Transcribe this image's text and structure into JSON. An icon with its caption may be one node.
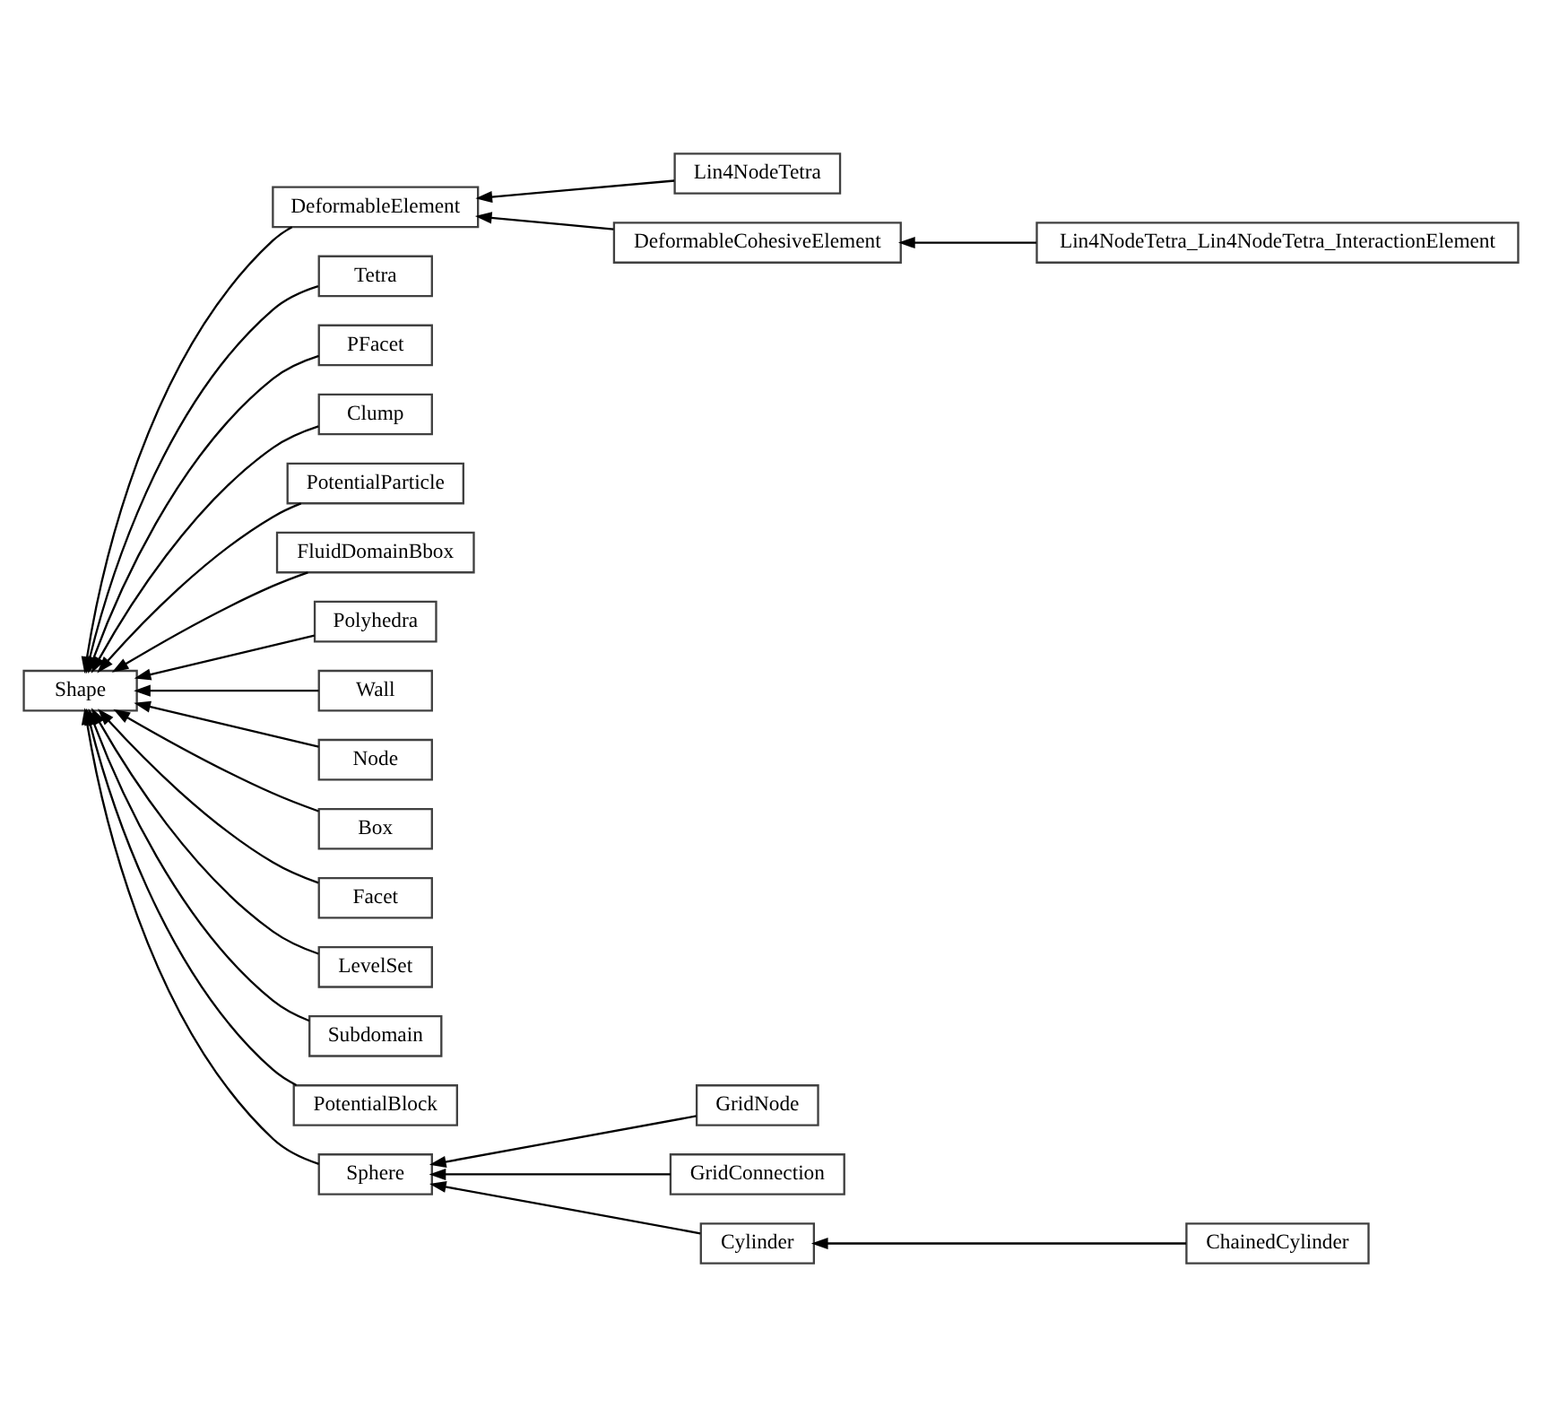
{
  "diagram": {
    "nodes": [
      {
        "text": [
          "Cylinder"
        ]
      },
      {
        "text": [
          "ChainedCylinder"
        ]
      },
      {
        "text": [
          "Sphere"
        ]
      },
      {
        "text": [
          "GridNode"
        ]
      },
      {
        "text": [
          "GridConnection"
        ]
      },
      {
        "text": [
          "DeformableElement"
        ]
      },
      {
        "text": [
          "Lin4NodeTetra"
        ]
      },
      {
        "text": [
          "DeformableCohesiveElement"
        ]
      },
      {
        "text": [
          "Lin4NodeTetra_Lin4NodeTetra_InteractionElement"
        ]
      },
      {
        "text": [
          "Tetra"
        ]
      },
      {
        "text": [
          "PFacet"
        ]
      },
      {
        "text": [
          "Clump"
        ]
      },
      {
        "text": [
          "PotentialParticle"
        ]
      },
      {
        "text": [
          "FluidDomainBbox"
        ]
      },
      {
        "text": [
          "Shape"
        ]
      },
      {
        "text": [
          "Polyhedra"
        ]
      },
      {
        "text": [
          "Wall"
        ]
      },
      {
        "text": [
          "Node"
        ]
      },
      {
        "text": [
          "Box"
        ]
      },
      {
        "text": [
          "Facet"
        ]
      },
      {
        "text": [
          "LevelSet"
        ]
      },
      {
        "text": [
          "Subdomain"
        ]
      },
      {
        "text": [
          "PotentialBlock"
        ]
      }
    ],
    "edges": [
      {
        "from": 1,
        "to": 0,
        "arrow": "to"
      },
      {
        "from": 0,
        "to": 2,
        "arrow": "to"
      },
      {
        "from": 3,
        "to": 2,
        "arrow": "to"
      },
      {
        "from": 4,
        "to": 2,
        "arrow": "to"
      },
      {
        "from": 6,
        "to": 5,
        "arrow": "to"
      },
      {
        "from": 7,
        "to": 5,
        "arrow": "to"
      },
      {
        "from": 8,
        "to": 7,
        "arrow": "to"
      },
      {
        "from": 2,
        "to": 14,
        "arrow": "to"
      },
      {
        "from": 5,
        "to": 14,
        "arrow": "to"
      },
      {
        "from": 9,
        "to": 14,
        "arrow": "to"
      },
      {
        "from": 10,
        "to": 14,
        "arrow": "to"
      },
      {
        "from": 11,
        "to": 14,
        "arrow": "to"
      },
      {
        "from": 12,
        "to": 14,
        "arrow": "to"
      },
      {
        "from": 13,
        "to": 14,
        "arrow": "to"
      },
      {
        "from": 15,
        "to": 14,
        "arrow": "to"
      },
      {
        "from": 16,
        "to": 14,
        "arrow": "to"
      },
      {
        "from": 17,
        "to": 14,
        "arrow": "to"
      },
      {
        "from": 18,
        "to": 14,
        "arrow": "to"
      },
      {
        "from": 19,
        "to": 14,
        "arrow": "to"
      },
      {
        "from": 20,
        "to": 14,
        "arrow": "to"
      },
      {
        "from": 21,
        "to": 14,
        "arrow": "to"
      },
      {
        "from": 22,
        "to": 14,
        "arrow": "to"
      }
    ]
  }
}
